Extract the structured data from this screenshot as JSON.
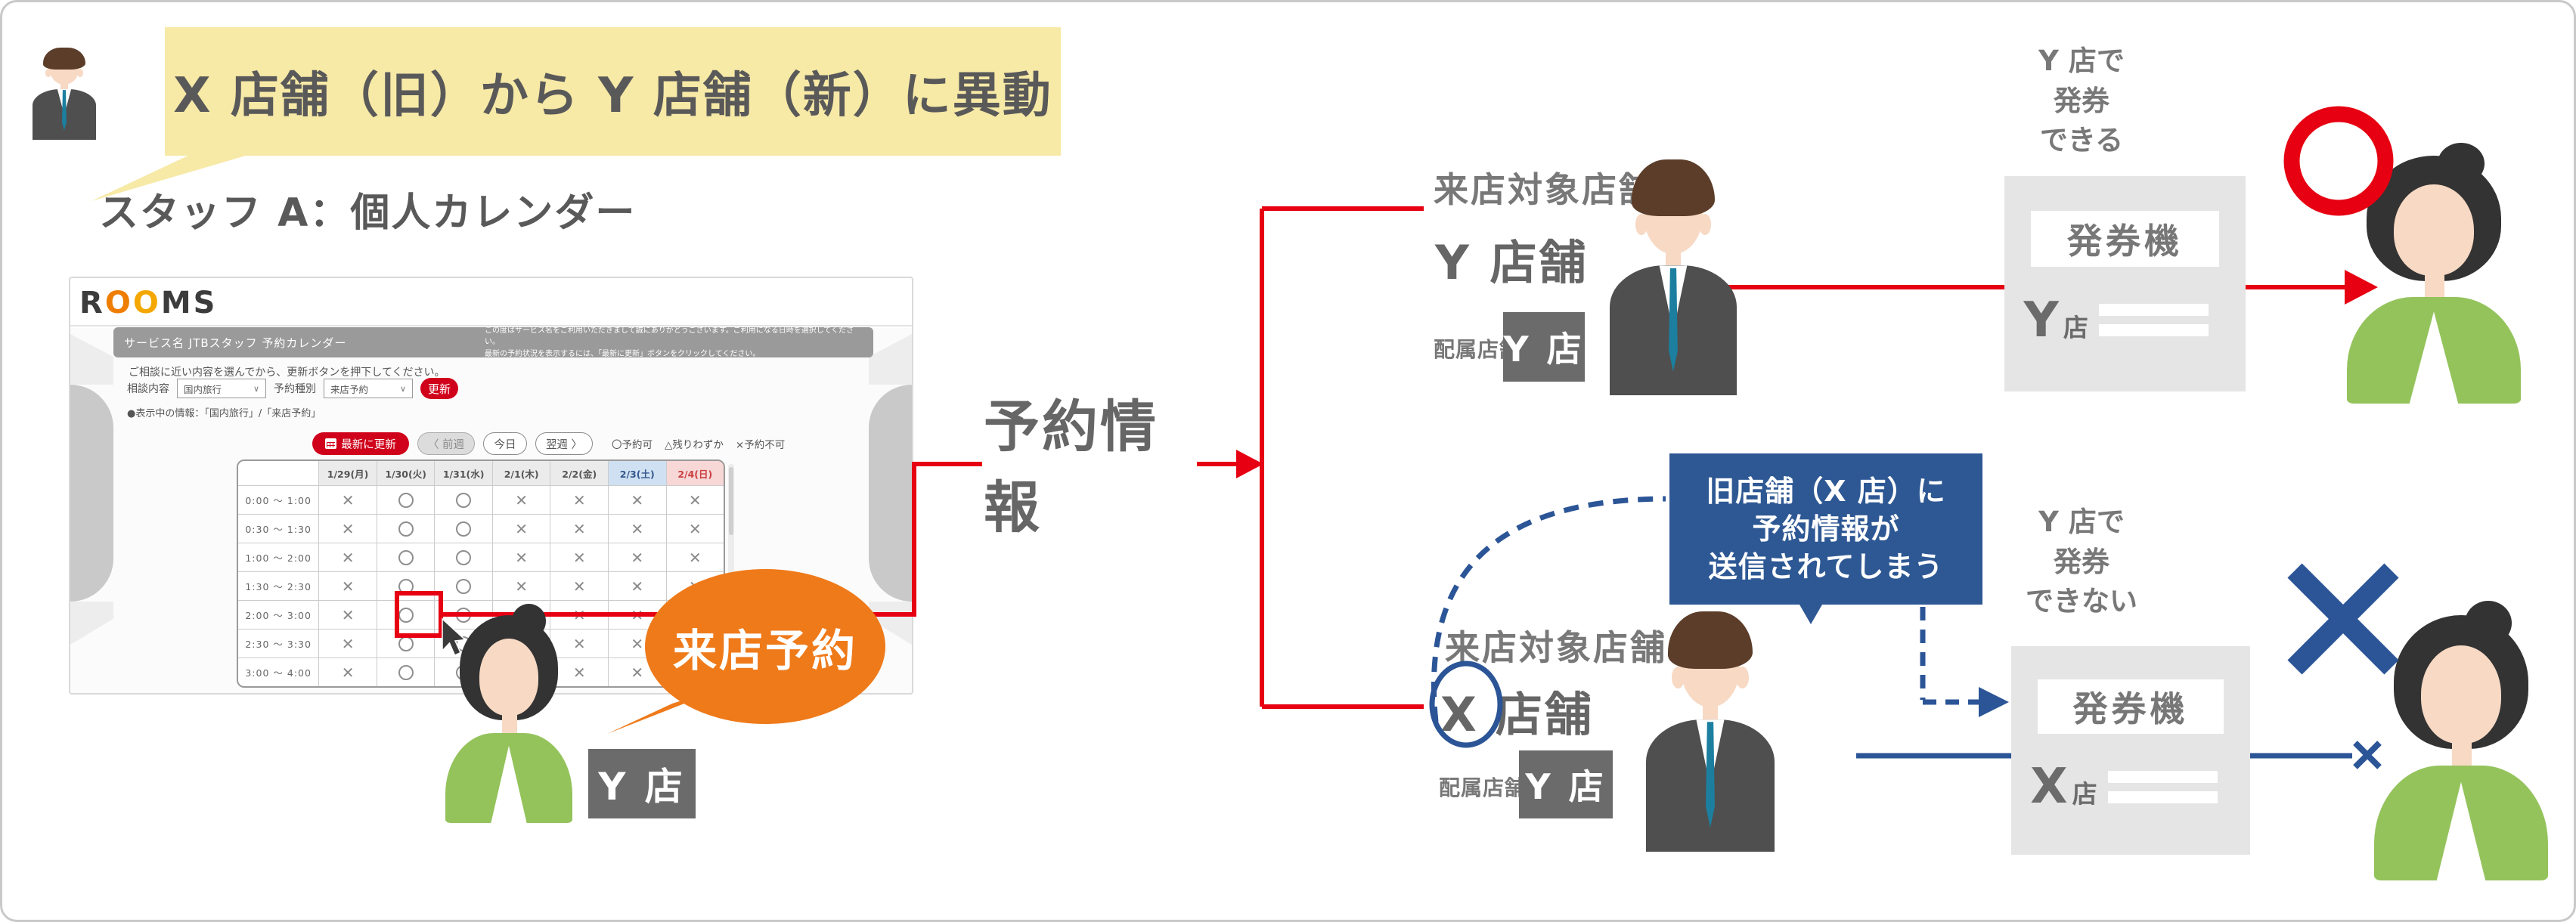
{
  "colors": {
    "red": "#e60012",
    "blue": "#2b5596",
    "orange": "#ef7a1a",
    "banner_yellow": "#f7e9a6",
    "callout_blue": "#2e5894",
    "button_red": "#d0021b"
  },
  "banner": {
    "text": "X 店舗（旧）から Y 店舗（新）に異動"
  },
  "staff_a": {
    "label": "スタッフ A：個人カレンダー"
  },
  "browser": {
    "logo_r": "R",
    "logo_o1": "O",
    "logo_o2": "O",
    "logo_ms": "MS",
    "header_bar": {
      "title": "サービス名 JTBスタッフ 予約カレンダー",
      "note_line1": "この度はサービス名をご利用いただきまして誠にありがとうございます。ご利用になる日時を選択してください。",
      "note_line2": "最新の予約状況を表示するには、「最新に更新」ボタンをクリックしてください。"
    },
    "instruction": "ご相談に近い内容を選んでから、更新ボタンを押下してください。",
    "filters": {
      "consult_label": "相談内容",
      "consult_value": "国内旅行",
      "type_label": "予約種別",
      "type_value": "来店予約",
      "update_button": "更新"
    },
    "showing": "●表示中の情報：「国内旅行」/「来店予約」",
    "toolbar": {
      "refresh": "最新に更新",
      "prev": "〈 前週",
      "today": "今日",
      "next": "翌週 〉",
      "legend": [
        "〇予約可",
        "△残りわずか",
        "×予約不可"
      ]
    },
    "calendar": {
      "columns": [
        "1/29(月)",
        "1/30(火)",
        "1/31(水)",
        "2/1(木)",
        "2/2(金)",
        "2/3(土)",
        "2/4(日)"
      ],
      "rows": [
        {
          "time": "0:00 ～ 1:00",
          "marks": [
            "x",
            "o",
            "o",
            "x",
            "x",
            "x",
            "x"
          ]
        },
        {
          "time": "0:30 ～ 1:30",
          "marks": [
            "x",
            "o",
            "o",
            "x",
            "x",
            "x",
            "x"
          ]
        },
        {
          "time": "1:00 ～ 2:00",
          "marks": [
            "x",
            "o",
            "o",
            "x",
            "x",
            "x",
            "x"
          ]
        },
        {
          "time": "1:30 ～ 2:30",
          "marks": [
            "x",
            "o",
            "o",
            "x",
            "x",
            "x",
            "x"
          ]
        },
        {
          "time": "2:00 ～ 3:00",
          "marks": [
            "x",
            "o",
            "o",
            "x",
            "x",
            "x",
            "x"
          ]
        },
        {
          "time": "2:30 ～ 3:30",
          "marks": [
            "x",
            "o",
            "o",
            "x",
            "x",
            "x",
            "x"
          ]
        },
        {
          "time": "3:00 ～ 4:00",
          "marks": [
            "x",
            "o",
            "o",
            "x",
            "x",
            "x",
            "x"
          ]
        }
      ],
      "highlighted_slot": {
        "date": "1/30(火)",
        "time": "2:00 ～ 3:00"
      }
    }
  },
  "customer": {
    "bubble": "来店予約",
    "store_label": "Y 店"
  },
  "flow_label": "予約情報",
  "scenario_top": {
    "target_label": "来店対象店舗",
    "target_store": "Y 店舗",
    "assigned_label": "配属店舗",
    "assigned_store": "Y 店",
    "machine_title": "発券機",
    "machine_letter": "Y",
    "machine_suffix": "店",
    "result_line1": "Y 店で",
    "result_line2": "発券",
    "result_line3": "できる"
  },
  "scenario_bottom": {
    "target_label": "来店対象店舗",
    "target_store_letter": "X",
    "target_store_suffix": "店舗",
    "assigned_label": "配属店舗",
    "assigned_store": "Y 店",
    "callout_line1": "旧店舗（X 店）に",
    "callout_line2": "予約情報が",
    "callout_line3": "送信されてしまう",
    "machine_title": "発券機",
    "machine_letter": "X",
    "machine_suffix": "店",
    "result_line1": "Y 店で",
    "result_line2": "発券",
    "result_line3": "できない"
  }
}
